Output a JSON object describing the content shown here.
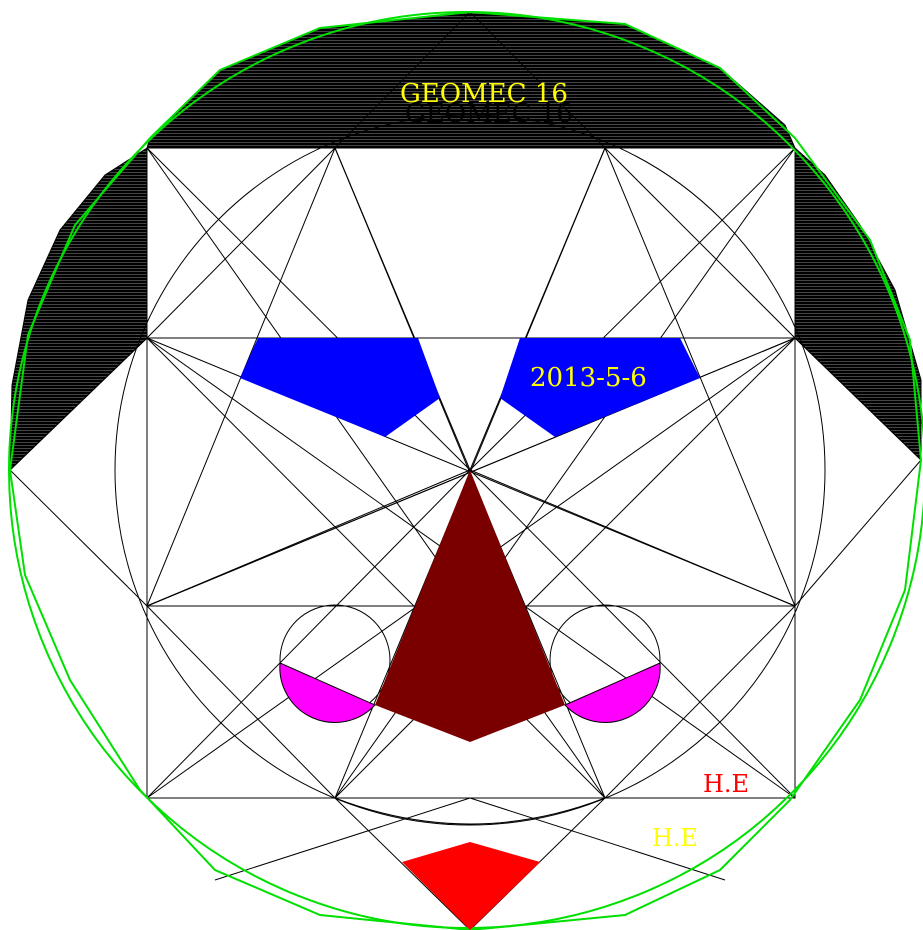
{
  "labels": {
    "title_main": "GEOMEC 16",
    "title_shadow": "GEOMEC 16",
    "date": "2013-5-6",
    "sig_red": "H.E",
    "sig_yellow": "H.E"
  },
  "colors": {
    "background": "#ffffff",
    "lines": "#000000",
    "outer_polygon": "#00e000",
    "hair": "#000000",
    "eyes": "#0000ff",
    "nose": "#7a0000",
    "cheeks": "#ff00ff",
    "mouth": "#ff0000",
    "title_main": "#ffff00",
    "date": "#ffff00",
    "sig_red": "#ff0000",
    "sig_yellow": "#ffff00"
  },
  "icons": {
    "hair": "hatched-black-hair",
    "eyes": "blue-eye-shapes",
    "nose": "brown-triangle-nose",
    "cheeks": "magenta-half-circle-cheeks",
    "mouth": "red-triangle-mouth"
  }
}
